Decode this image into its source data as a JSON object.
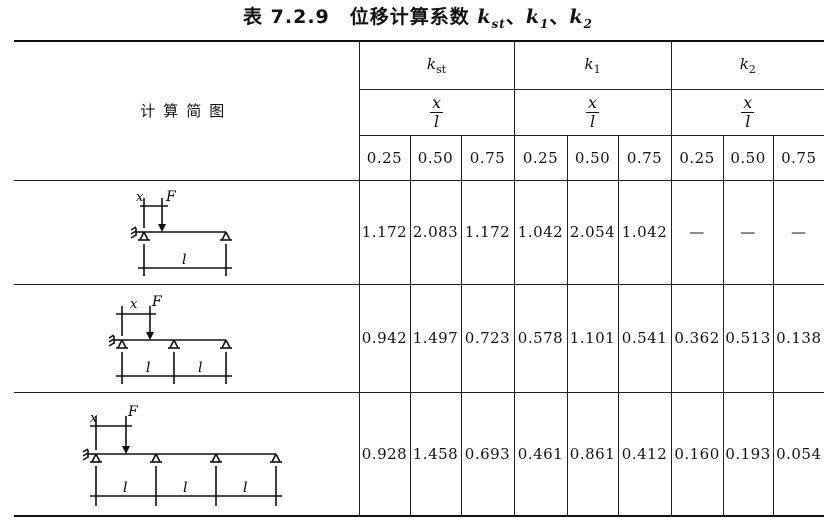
{
  "title": {
    "prefix": "表 7.2.9　位移计算系数 ",
    "k1": "k",
    "k1sub": "st",
    "sep1": "、",
    "k2": "k",
    "k2sub": "1",
    "sep2": "、",
    "k3": "k",
    "k3sub": "2"
  },
  "table": {
    "diagram_header": "计算简图",
    "groups": [
      {
        "sym": "k",
        "sub": "st"
      },
      {
        "sym": "k",
        "sub": "1"
      },
      {
        "sym": "k",
        "sub": "2"
      }
    ],
    "fraction": {
      "num": "x",
      "den": "l"
    },
    "ratios": [
      "0.25",
      "0.50",
      "0.75",
      "0.25",
      "0.50",
      "0.75",
      "0.25",
      "0.50",
      "0.75"
    ],
    "rows": [
      {
        "diagram": {
          "x": "x",
          "F": "F",
          "spans": [
            "l"
          ]
        },
        "values": [
          "1.172",
          "2.083",
          "1.172",
          "1.042",
          "2.054",
          "1.042",
          "—",
          "—",
          "—"
        ]
      },
      {
        "diagram": {
          "x": "x",
          "F": "F",
          "spans": [
            "l",
            "l"
          ]
        },
        "values": [
          "0.942",
          "1.497",
          "0.723",
          "0.578",
          "1.101",
          "0.541",
          "0.362",
          "0.513",
          "0.138"
        ]
      },
      {
        "diagram": {
          "x": "x",
          "F": "F",
          "spans": [
            "l",
            "l",
            "l"
          ]
        },
        "values": [
          "0.928",
          "1.458",
          "0.693",
          "0.461",
          "0.861",
          "0.412",
          "0.160",
          "0.193",
          "0.054"
        ]
      }
    ]
  }
}
